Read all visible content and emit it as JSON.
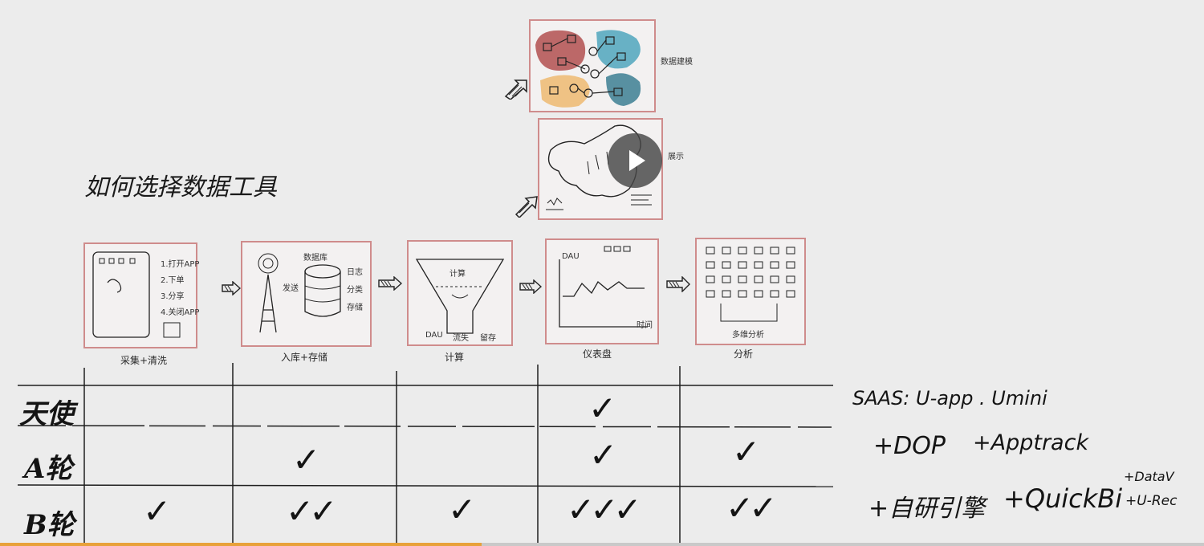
{
  "title": "如何选择数据工具",
  "flow": {
    "stages": [
      {
        "caption": "采集+清洗",
        "phone_steps": [
          "1.打开APP",
          "2.下单",
          "3.分享",
          "4.关闭APP"
        ]
      },
      {
        "caption": "入库+存储",
        "db_label": "数据库",
        "tower_label": "发送",
        "side_labels": [
          "日志",
          "分类",
          "存储"
        ]
      },
      {
        "caption": "计算",
        "funnel_label": "计算",
        "bottom_labels": [
          "DAU",
          "流失",
          "留存"
        ]
      },
      {
        "caption": "仪表盘",
        "axis_y": "DAU",
        "axis_x": "时间"
      },
      {
        "caption": "分析",
        "inner_label": "多维分析"
      }
    ]
  },
  "top_panels": [
    {
      "label": "数据建模"
    },
    {
      "label": "展示"
    }
  ],
  "table": {
    "rows": [
      {
        "label": "天使",
        "checks": [
          "",
          "",
          "",
          "✓",
          ""
        ]
      },
      {
        "label": "A轮",
        "checks": [
          "",
          "✓",
          "",
          "✓",
          "✓"
        ]
      },
      {
        "label": "B轮",
        "checks": [
          "✓",
          "✓✓",
          "✓",
          "✓✓✓",
          "✓✓"
        ]
      }
    ]
  },
  "notes": {
    "line1": "SAAS: U-app . Umini",
    "line2_a": "+DOP",
    "line2_b": "+Apptrack",
    "line3_a": "+自研引擎",
    "line3_b": "+QuickBi",
    "line3_c": "+DataV",
    "line3_d": "+U-Rec"
  },
  "player": {
    "play_icon": "play-icon",
    "progress": 0.4,
    "progress_color": "#e8a13a"
  }
}
